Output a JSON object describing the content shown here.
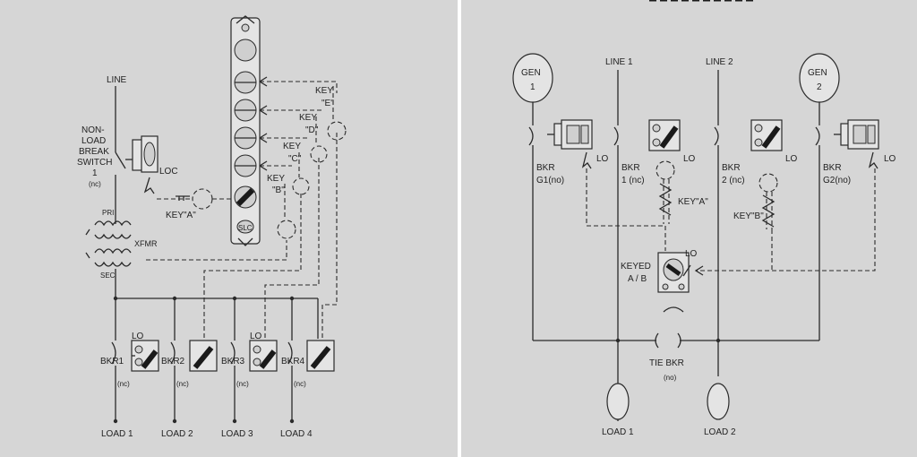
{
  "left": {
    "line": "LINE",
    "switch": [
      "NON-",
      "LOAD",
      "BREAK",
      "SWITCH",
      "1",
      "(nc)"
    ],
    "loc": "LOC",
    "key_a": "KEY\"A\"",
    "pri": "PRI",
    "xfmr": "XFMR",
    "sec": "SEC",
    "slc": "SLC",
    "keys": [
      {
        "l1": "KEY",
        "l2": "\"B\""
      },
      {
        "l1": "KEY",
        "l2": "\"C\""
      },
      {
        "l1": "KEY",
        "l2": "\"D\""
      },
      {
        "l1": "KEY",
        "l2": "\"E\""
      }
    ],
    "lo": "LO",
    "breakers": [
      "BKR1",
      "BKR2",
      "BKR3",
      "BKR4"
    ],
    "nc": "(nc)",
    "loads": [
      "LOAD 1",
      "LOAD 2",
      "LOAD 3",
      "LOAD 4"
    ]
  },
  "right": {
    "gen1": {
      "l1": "GEN",
      "l2": "1"
    },
    "gen2": {
      "l1": "GEN",
      "l2": "2"
    },
    "line1": "LINE 1",
    "line2": "LINE 2",
    "lo": "LO",
    "bkr_g1": {
      "l1": "BKR",
      "l2": "G1(no)"
    },
    "bkr_1": {
      "l1": "BKR",
      "l2": "1 (nc)"
    },
    "bkr_2": {
      "l1": "BKR",
      "l2": "2 (nc)"
    },
    "bkr_g2": {
      "l1": "BKR",
      "l2": "G2(no)"
    },
    "key_a": "KEY\"A\"",
    "key_b": "KEY\"B\"",
    "keyed": {
      "l1": "KEYED",
      "l2": "A / B"
    },
    "tie": {
      "l1": "TIE BKR",
      "l2": "(no)"
    },
    "load1": "LOAD 1",
    "load2": "LOAD 2"
  }
}
